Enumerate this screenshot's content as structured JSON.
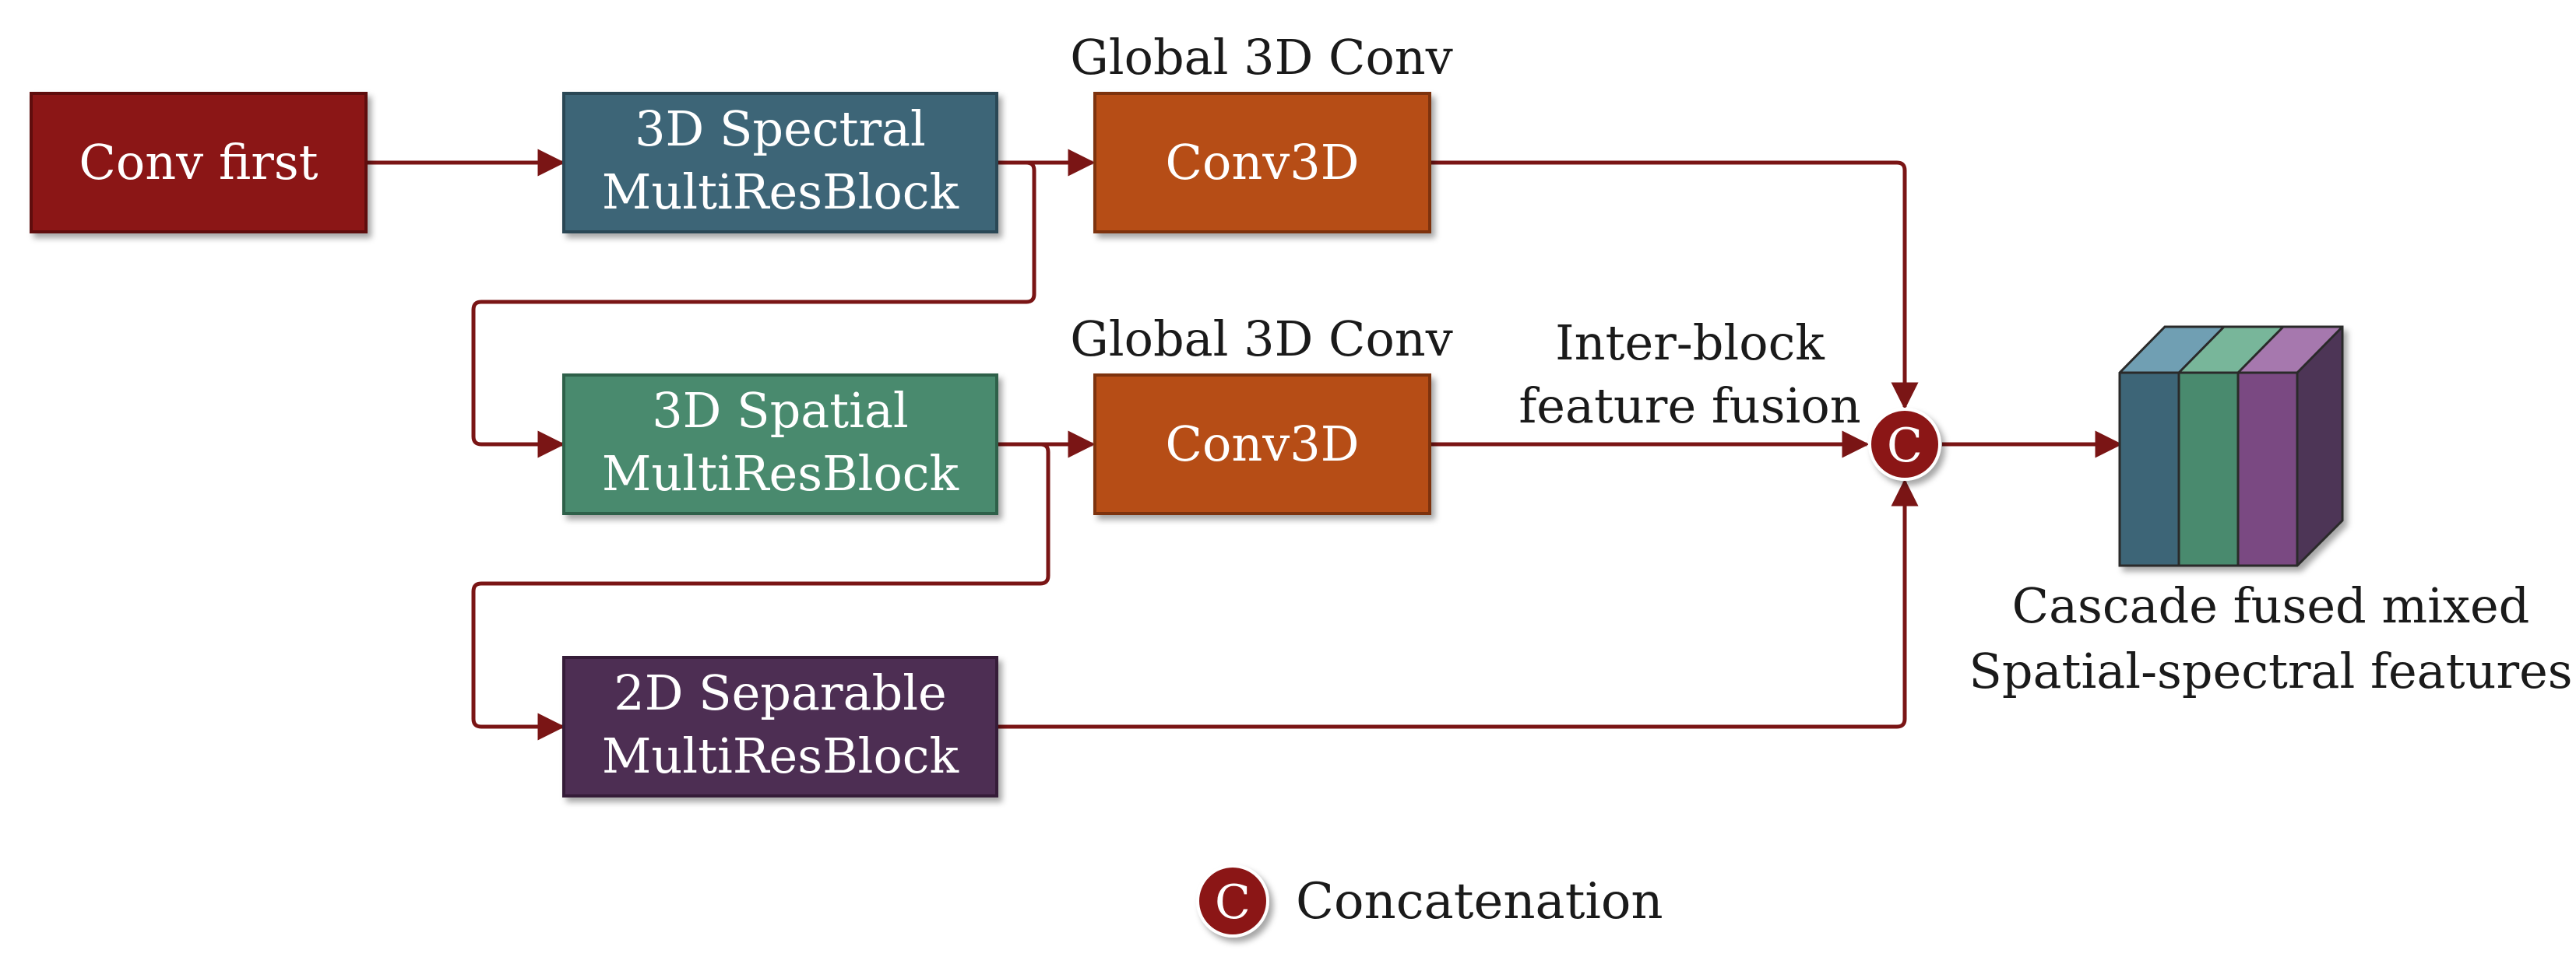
{
  "nodes": {
    "conv_first": {
      "lines": [
        "Conv first"
      ],
      "fill": "#8b1515",
      "stroke": "#5e0c0c"
    },
    "spectral": {
      "lines": [
        "3D Spectral",
        "MultiResBlock"
      ],
      "fill": "#3e6577",
      "stroke": "#2a4654"
    },
    "spatial": {
      "lines": [
        "3D Spatial",
        "MultiResBlock"
      ],
      "fill": "#4a8a6e",
      "stroke": "#2f6049"
    },
    "separable": {
      "lines": [
        "2D Separable",
        "MultiResBlock"
      ],
      "fill": "#4e2f52",
      "stroke": "#341e37"
    },
    "conv3d_top": {
      "lines": [
        "Conv3D"
      ],
      "fill": "#b64d12",
      "stroke": "#7d330a"
    },
    "conv3d_mid": {
      "lines": [
        "Conv3D"
      ],
      "fill": "#b64d12",
      "stroke": "#7d330a"
    }
  },
  "captions": {
    "global_conv_top": "Global 3D Conv",
    "global_conv_mid": "Global 3D Conv",
    "inter_block": [
      "Inter-block",
      "feature fusion"
    ],
    "output": [
      "Cascade fused mixed",
      "Spatial-spectral features"
    ]
  },
  "concat_symbol": "C",
  "legend": {
    "symbol": "C",
    "label": "Concatenation"
  },
  "colors": {
    "edge": "#7a1515",
    "concat": "#8b1515",
    "cube_front": [
      "#3e6577",
      "#4a8a6e",
      "#7a4a82"
    ],
    "cube_top": [
      "#6f9fb3",
      "#78b69a",
      "#a678ae"
    ],
    "cube_side": "#4e3457"
  }
}
